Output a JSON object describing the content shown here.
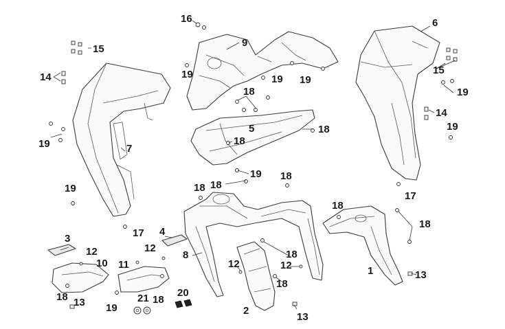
{
  "diagram": {
    "callouts": {
      "c1": "1",
      "c2": "2",
      "c3": "3",
      "c4": "4",
      "c5": "5",
      "c6": "6",
      "c7": "7",
      "c8": "8",
      "c9": "9",
      "c10": "10",
      "c11": "11",
      "c12a": "12",
      "c12b": "12",
      "c12c": "12",
      "c12d": "12",
      "c13a": "13",
      "c13b": "13",
      "c13c": "13",
      "c14a": "14",
      "c14b": "14",
      "c15a": "15",
      "c15b": "15",
      "c16": "16",
      "c17a": "17",
      "c17b": "17",
      "c18a": "18",
      "c18b": "18",
      "c18c": "18",
      "c18d": "18",
      "c18e": "18",
      "c18f": "18",
      "c18g": "18",
      "c18h": "18",
      "c18i": "18",
      "c18j": "18",
      "c18k": "18",
      "c18l": "18",
      "c19a": "19",
      "c19b": "19",
      "c19c": "19",
      "c19d": "19",
      "c19e": "19",
      "c19f": "19",
      "c19g": "19",
      "c19h": "19",
      "c19i": "19",
      "c20": "20",
      "c21": "21"
    }
  }
}
